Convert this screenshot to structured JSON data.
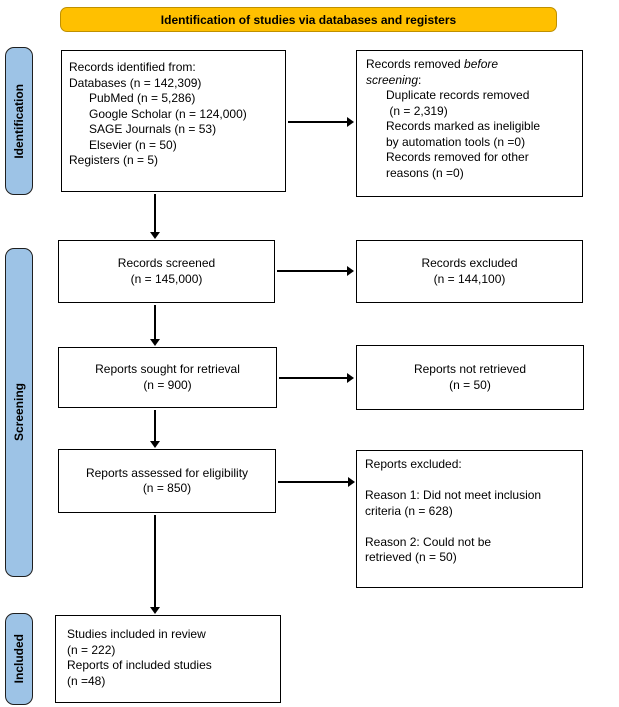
{
  "banner": {
    "label": "Identification of studies via databases and registers"
  },
  "stages": {
    "identification": "Identification",
    "screening": "Screening",
    "included": "Included"
  },
  "boxes": {
    "identified": {
      "lines": [
        "Records identified from:",
        "Databases (n = 142,309)",
        "PubMed (n = 5,286)",
        "Google Scholar (n = 124,000)",
        "SAGE Journals (n = 53)",
        "Elsevier (n = 50)",
        "Registers (n = 5)"
      ]
    },
    "removed": {
      "title_line1": [
        "Records removed ",
        "before"
      ],
      "title_line2": [
        "screening",
        ":"
      ],
      "items": [
        "Duplicate records removed",
        " (n = 2,319)",
        "Records marked as ineligible",
        "by automation tools (n =0)",
        "Records removed for other",
        "reasons (n =0)"
      ]
    },
    "screened": {
      "line1": "Records screened",
      "line2": "(n = 145,000)"
    },
    "excluded": {
      "line1": "Records excluded",
      "line2": "(n = 144,100)"
    },
    "sought": {
      "line1": "Reports sought for retrieval",
      "line2": "(n = 900)"
    },
    "not_retrieved": {
      "line1": "Reports not retrieved",
      "line2": "(n = 50)"
    },
    "assessed": {
      "line1": "Reports assessed for eligibility",
      "line2": "(n = 850)"
    },
    "reports_excluded": {
      "lines": [
        "Reports excluded:",
        "",
        "Reason 1: Did not meet inclusion",
        "criteria (n = 628)",
        "",
        "Reason 2: Could not be",
        "retrieved (n = 50)"
      ]
    },
    "included_studies": {
      "lines": [
        "Studies included in review",
        "(n = 222)",
        "Reports of included studies",
        "(n =48)"
      ]
    }
  },
  "colors": {
    "banner_fill": "#FFC000",
    "banner_border": "#BF9000",
    "stage_fill": "#9DC3E6",
    "stage_border": "#1F1F1F",
    "box_border": "#000000",
    "arrow": "#000000",
    "text": "#000000"
  }
}
